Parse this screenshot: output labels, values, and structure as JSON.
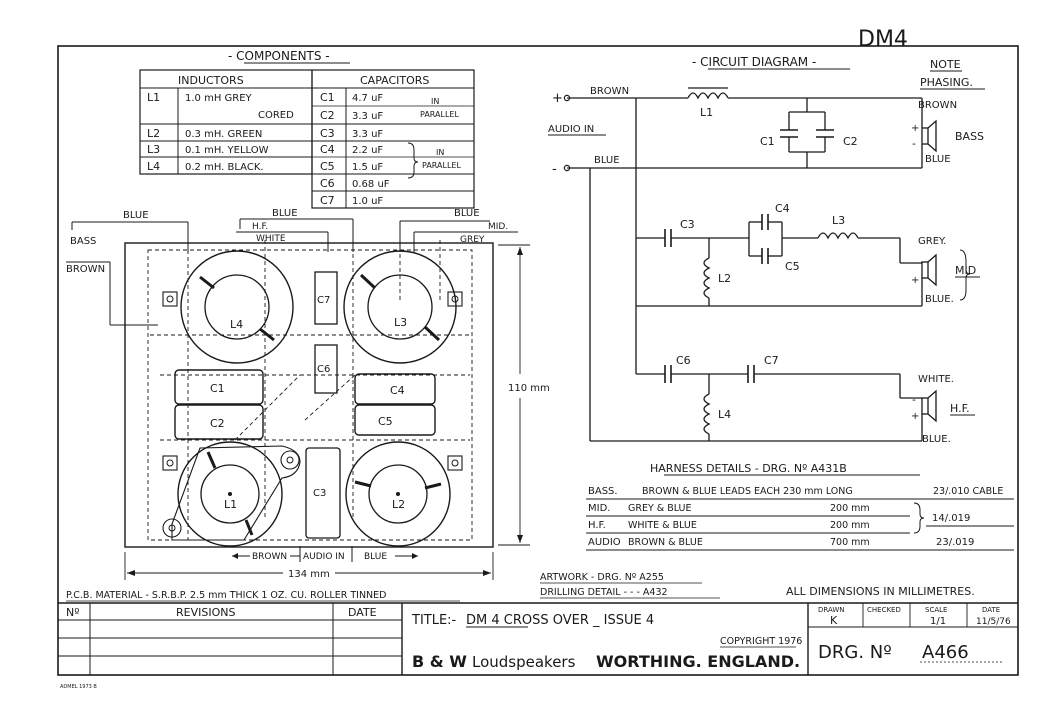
{
  "sheet": {
    "model": "DM4",
    "border_color": "#1a1a1a",
    "paper_color": "#ffffff"
  },
  "components": {
    "title": "- COMPONENTS -",
    "inductors_header": "INDUCTORS",
    "capacitors_header": "CAPACITORS",
    "inductors": [
      {
        "ref": "L1",
        "value": "1.0 mH GREY",
        "extra": "CORED"
      },
      {
        "ref": "L2",
        "value": "0.3 mH. GREEN"
      },
      {
        "ref": "L3",
        "value": "0.1 mH. YELLOW"
      },
      {
        "ref": "L4",
        "value": "0.2 mH. BLACK."
      }
    ],
    "capacitors": [
      {
        "ref": "C1",
        "value": "4.7 uF"
      },
      {
        "ref": "C2",
        "value": "3.3 uF"
      },
      {
        "ref": "C3",
        "value": "3.3 uF"
      },
      {
        "ref": "C4",
        "value": "2.2 uF"
      },
      {
        "ref": "C5",
        "value": "1.5 uF"
      },
      {
        "ref": "C6",
        "value": "0.68 uF"
      },
      {
        "ref": "C7",
        "value": "1.0 uF"
      }
    ],
    "note_in": "IN",
    "note_parallel": "PARALLEL"
  },
  "circuit": {
    "title": "- CIRCUIT DIAGRAM -",
    "note_title": "NOTE",
    "note_sub": "PHASING.",
    "audio_in": "AUDIO IN",
    "plus": "+",
    "minus": "-",
    "wire_brown": "BROWN",
    "wire_blue": "BLUE",
    "labels": {
      "L1": "L1",
      "L2": "L2",
      "L3": "L3",
      "L4": "L4",
      "C1": "C1",
      "C2": "C2",
      "C3": "C3",
      "C4": "C4",
      "C5": "C5",
      "C6": "C6",
      "C7": "C7"
    },
    "bass": {
      "top": "BROWN",
      "name": "BASS",
      "bottom": "BLUE"
    },
    "mid": {
      "top": "GREY.",
      "name": "MID",
      "bottom": "BLUE."
    },
    "hf": {
      "top": "WHITE.",
      "name": "H.F.",
      "bottom": "BLUE."
    }
  },
  "pcb": {
    "labels": {
      "blue_left": "BLUE",
      "bass": "BASS",
      "brown": "BROWN",
      "blue_top": "BLUE",
      "hf": "H.F.",
      "white": "WHITE",
      "blue_right": "BLUE",
      "mid": "MID.",
      "grey": "GREY"
    },
    "parts": {
      "L4": "L4",
      "L3": "L3",
      "L1": "L1",
      "L2": "L2",
      "C1": "C1",
      "C2": "C2",
      "C3": "C3",
      "C4": "C4",
      "C5": "C5",
      "C6": "C6",
      "C7": "C7"
    },
    "dim_height": "110 mm",
    "dim_width": "134 mm",
    "bottom_wires": {
      "brown": "BROWN",
      "audio_in": "AUDIO IN",
      "blue": "BLUE"
    }
  },
  "harness": {
    "title": "HARNESS DETAILS - DRG. Nº A431B",
    "rows": [
      {
        "name": "BASS.",
        "desc": "BROWN & BLUE LEADS EACH 230 mm LONG",
        "cable": "23/.010 CABLE"
      },
      {
        "name": "MID.",
        "desc": "GREY & BLUE",
        "length": "200 mm",
        "cable": "14/.019"
      },
      {
        "name": "H.F.",
        "desc": "WHITE & BLUE",
        "length": "200 mm"
      },
      {
        "name": "AUDIO",
        "desc": "BROWN & BLUE",
        "length": "700 mm",
        "cable": "23/.019"
      }
    ]
  },
  "notes": {
    "artwork": "ARTWORK - DRG. Nº A255",
    "drilling": "DRILLING DETAIL - - - A432",
    "dimensions": "ALL DIMENSIONS IN MILLIMETRES.",
    "pcb_material": "P.C.B. MATERIAL - S.R.B.P. 2.5 mm THICK 1 OZ. CU. ROLLER TINNED"
  },
  "title_block": {
    "no_header": "Nº",
    "revisions_header": "REVISIONS",
    "date_header": "DATE",
    "title_label": "TITLE:-",
    "title_value": "DM 4 CROSS OVER _ ISSUE 4",
    "copyright": "COPYRIGHT 1976",
    "company_bw": "B & W",
    "company_loud": "Loudspeakers",
    "company_place": "WORTHING. ENGLAND.",
    "drawn_label": "DRAWN",
    "drawn_value": "K",
    "checked_label": "CHECKED",
    "scale_label": "SCALE",
    "scale_value": "1/1",
    "date_label": "DATE",
    "date_value": "11/5/76",
    "drg_label": "DRG. Nº",
    "drg_value": "A466"
  },
  "footer": {
    "print_ref": "ADMEL 1973 B"
  }
}
